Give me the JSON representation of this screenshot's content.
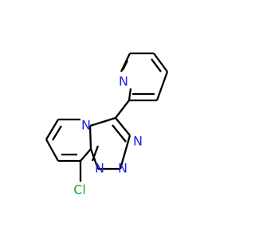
{
  "molecule": {
    "atoms": {
      "n_pyridine": {
        "symbol": "N",
        "color": "#1f1fe0"
      },
      "n_bridge": {
        "symbol": "N",
        "color": "#1f1fe0"
      },
      "n_triazole_right": {
        "symbol": "N",
        "color": "#1f1fe0"
      },
      "n_triazole_bottom_left": {
        "symbol": "N",
        "color": "#1f1fe0"
      },
      "n_triazole_bottom_right": {
        "symbol": "N",
        "color": "#1f1fe0"
      },
      "chlorine": {
        "symbol": "Cl",
        "color": "#15a82a"
      }
    },
    "colors": {
      "carbon_bond": "#000000",
      "nitrogen": "#1f1fe0",
      "chlorine": "#15a82a"
    }
  }
}
